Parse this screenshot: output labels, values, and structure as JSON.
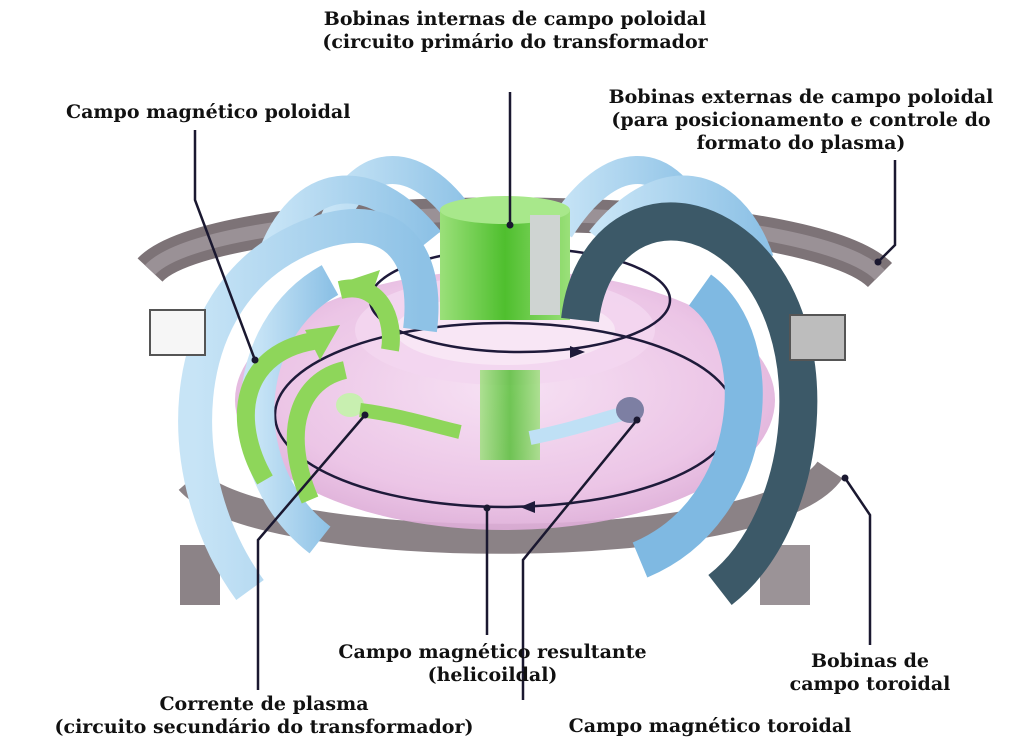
{
  "labels": {
    "inner_poloidal_coils": [
      "Bobinas internas de campo poloidal",
      "(circuito primário do transformador"
    ],
    "outer_poloidal_coils": [
      "Bobinas externas de campo poloidal",
      "(para posicionamento e controle do",
      "formato do plasma)"
    ],
    "poloidal_field": "Campo magnético poloidal",
    "resultant_field": [
      "Campo magnético resultante",
      "(helicoildal)"
    ],
    "plasma_current": [
      "Corrente de plasma",
      "(circuito secundário do transformador)"
    ],
    "toroidal_coils": [
      "Bobinas de",
      "campo toroidal"
    ],
    "toroidal_field": "Campo magnético toroidal"
  },
  "colors": {
    "coil_light": "#a9d2ee",
    "coil_dark": "#3c5968",
    "outer_coil": "#7d7377",
    "plasma": "#ecc4e6",
    "poloidal_green": "#8ed65a",
    "central_green": "#6fcf45",
    "leader": "#1a1830"
  }
}
